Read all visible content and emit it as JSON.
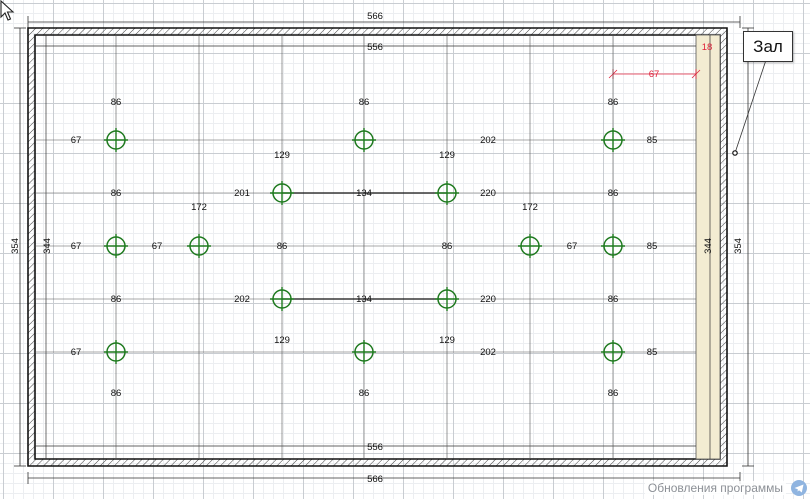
{
  "room": {
    "name": "Зал",
    "outer_width": "566",
    "inner_width": "556",
    "outer_height": "354",
    "inner_height": "344",
    "strip_width": "18",
    "strip_offset": "67"
  },
  "lights": [
    {
      "id": "L1"
    },
    {
      "id": "L2"
    },
    {
      "id": "L3"
    },
    {
      "id": "L4"
    },
    {
      "id": "L5"
    },
    {
      "id": "L6"
    },
    {
      "id": "L7"
    },
    {
      "id": "L8"
    },
    {
      "id": "L9"
    },
    {
      "id": "L10"
    },
    {
      "id": "L11"
    },
    {
      "id": "L12"
    },
    {
      "id": "L13"
    },
    {
      "id": "L14"
    },
    {
      "id": "L15"
    },
    {
      "id": "L16"
    }
  ],
  "labels": {
    "c1_top": "86",
    "c1_mid_a": "86",
    "c1_mid_b": "86",
    "c1_bot": "86",
    "r1_left": "67",
    "r2_left": "67",
    "r3_left": "67",
    "r2_gap_a": "67",
    "c2_top": "172",
    "c3_top": "129",
    "r1b_left": "201",
    "c3_mid": "86",
    "r3b_left": "202",
    "c3_bot": "129",
    "c4_top": "86",
    "c4_bot": "86",
    "r1b_span": "134",
    "r3b_span": "134",
    "c5_top": "129",
    "c5_mid": "86",
    "c5_bot": "129",
    "r1_right_a": "202",
    "r1b_right": "220",
    "r3b_right": "220",
    "r3_right_a": "202",
    "c6_top": "172",
    "r2_gap_b": "67",
    "c7_top": "86",
    "c7_mid_a": "86",
    "c7_mid_b": "86",
    "c7_bot": "86",
    "r1_right": "85",
    "r2_right": "85",
    "r3_right": "85"
  },
  "footer": {
    "update_text": "Обновления программы"
  },
  "colors": {
    "light": "#1f7a1f",
    "wall": "#111111",
    "dimension": "#111111",
    "strip": "#f3ecd2",
    "highlight": "#e0223b"
  }
}
